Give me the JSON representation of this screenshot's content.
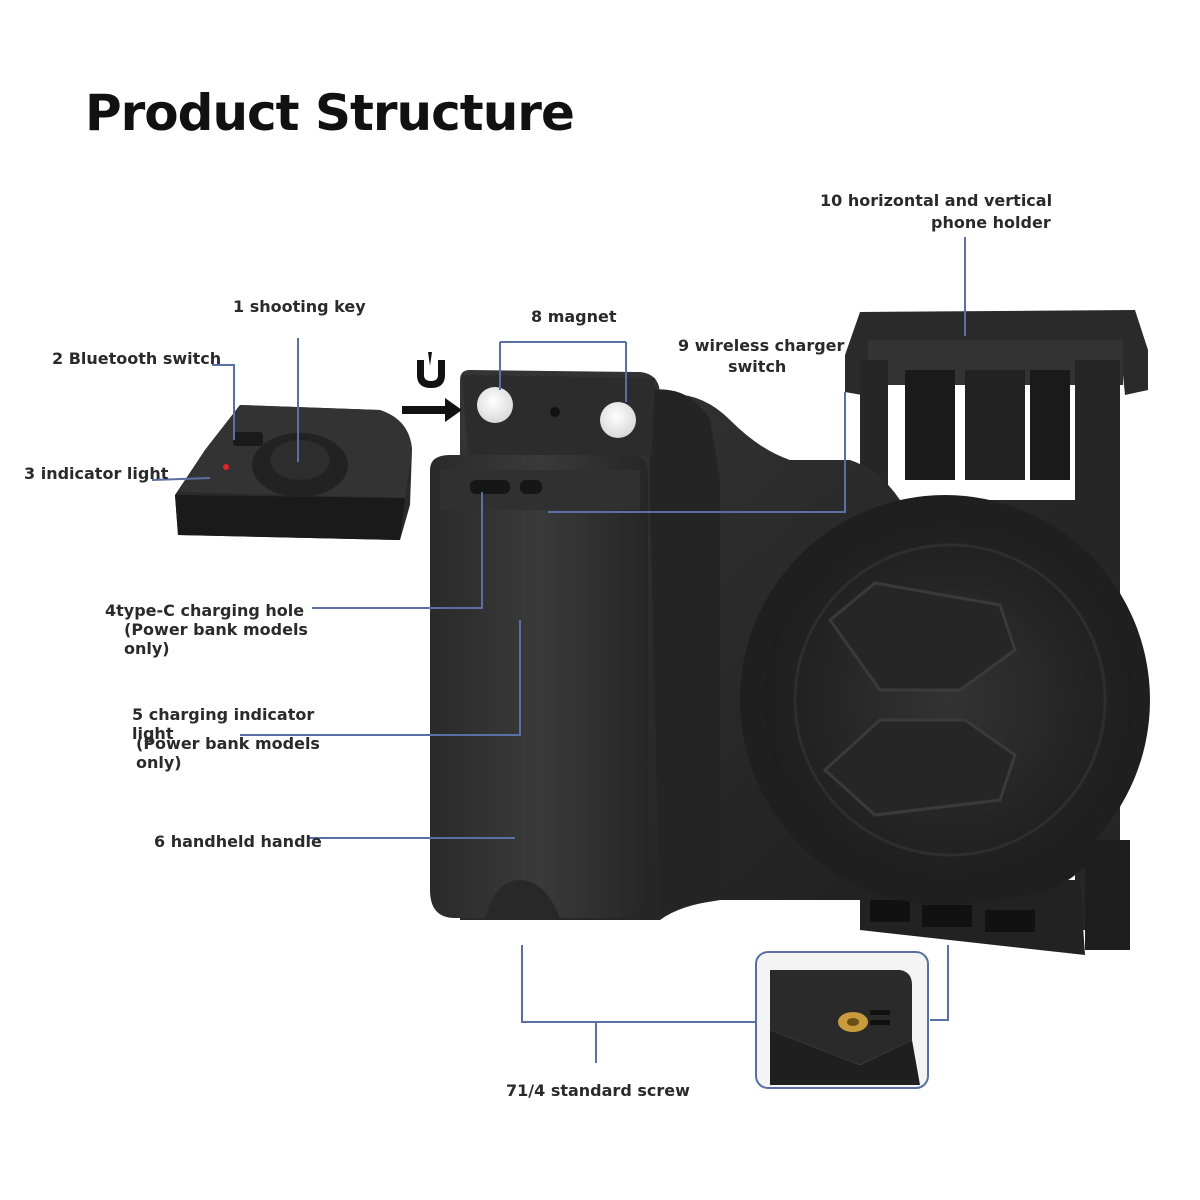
{
  "title": "Product Structure",
  "labels": {
    "l1": "1 shooting key",
    "l2": "2 Bluetooth switch",
    "l3": "3 indicator light",
    "l4a": "4type-C charging hole",
    "l4b": "(Power bank models",
    "l4c": "only)",
    "l5a": "5 charging indicator",
    "l5b": "light",
    "l5c": "(Power bank models",
    "l5d": "only)",
    "l6": "6 handheld handle",
    "l7": "71/4 standard screw",
    "l8": "8 magnet",
    "l9a": "9 wireless charger",
    "l9b": "switch",
    "l10a": "10 horizontal and vertical",
    "l10b": "phone holder"
  },
  "colors": {
    "callout_line": "#5a6fa3",
    "body": "#2b2b2b",
    "body_dark": "#1c1c1c",
    "indicator_red": "#e0262a",
    "screw_brass": "#c89b3c"
  },
  "icons": [
    "magnet-icon",
    "arrow-right-icon"
  ]
}
